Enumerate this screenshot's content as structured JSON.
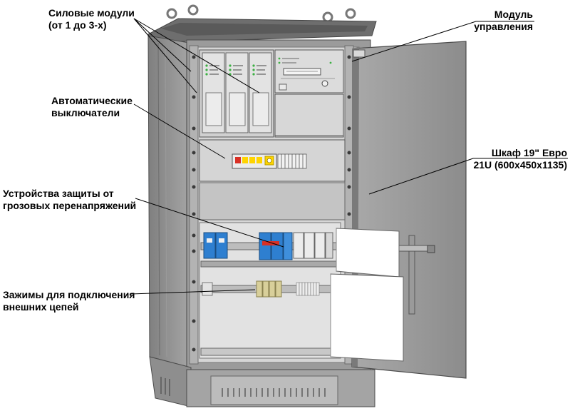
{
  "callouts": {
    "power_modules": {
      "line1": "Силовые модули",
      "line2": "(от 1 до 3-х)"
    },
    "control_module": {
      "line1": "Модуль",
      "line2": "управления"
    },
    "breakers": {
      "line1": "Автоматические",
      "line2": "выключатели"
    },
    "cabinet": {
      "line1": "Шкаф 19\" Евро",
      "line2": "21U (600x450x1135)"
    },
    "surge_protection": {
      "line1": "Устройства защиты от",
      "line2": "грозовых перенапряжений"
    },
    "terminals": {
      "line1": "Зажимы для подключения",
      "line2": "внешних цепей"
    }
  },
  "colors": {
    "cabinet_dark": "#8a8a8a",
    "cabinet_light": "#c9c9c9",
    "door": "#9a9a9a",
    "surge_blue": "#2e7fd0",
    "breaker_red": "#d93025",
    "breaker_yellow": "#ffd400",
    "status_green": "#3cb043",
    "terminal_tan": "#d8cf9a"
  }
}
